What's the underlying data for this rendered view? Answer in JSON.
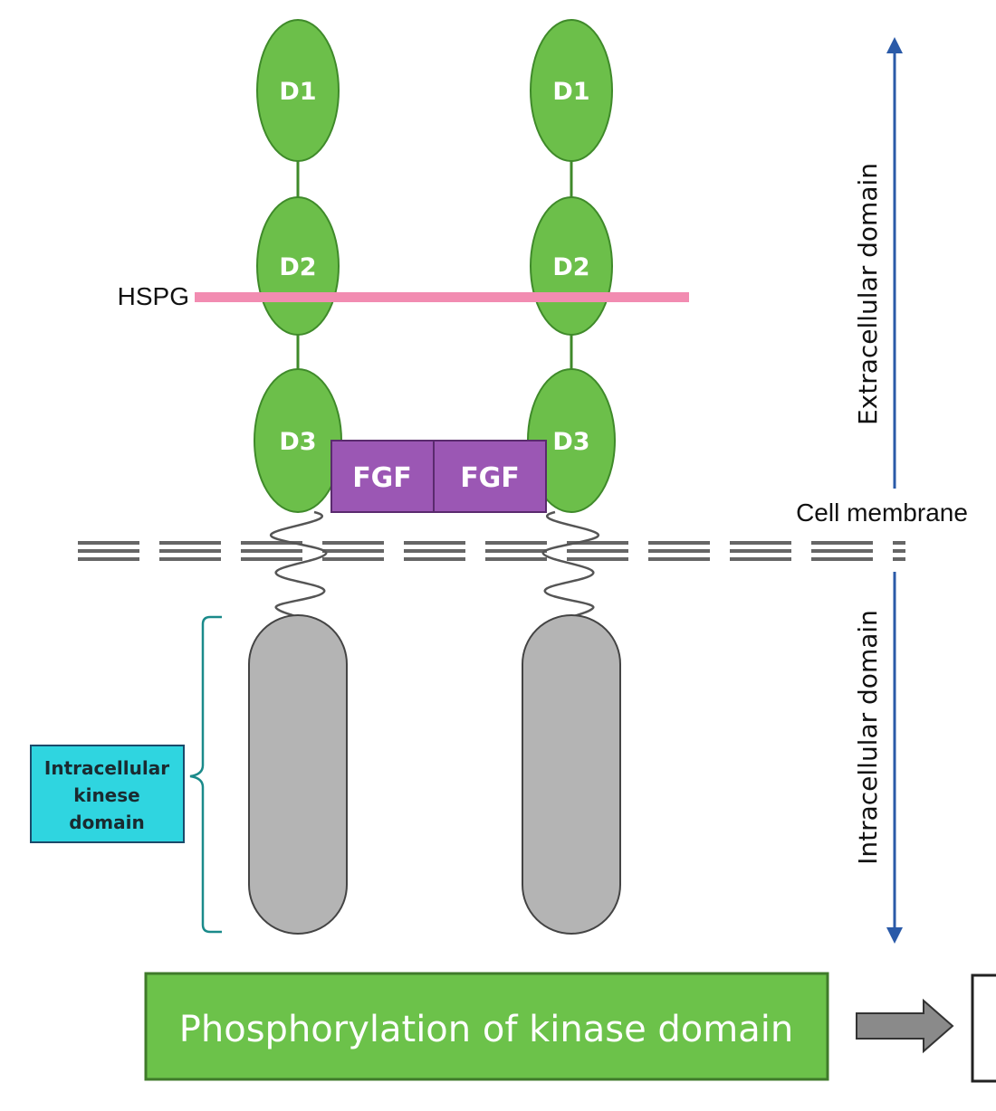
{
  "receptor": {
    "left": {
      "d1": "D1",
      "d2": "D2",
      "d3": "D3"
    },
    "right": {
      "d1": "D1",
      "d2": "D2",
      "d3": "D3"
    }
  },
  "ligands": [
    "FGF",
    "FGF"
  ],
  "hspg_label": "HSPG",
  "membrane_label": "Cell membrane",
  "extracellular_label": "Extracellular domain",
  "intracellular_label": "Intracellular domain",
  "kinase_box_lines": [
    "Intracellular",
    "kinese",
    "domain"
  ],
  "banner_label": "Phosphorylation of kinase domain",
  "colors": {
    "domain_fill": "#6cbf4a",
    "domain_stroke": "#3f8a2a",
    "fgf_fill": "#9b57b4",
    "fgf_stroke": "#5a2a6e",
    "hspg": "#f28cb1",
    "kinase_fill": "#b4b4b4",
    "kinase_stroke": "#444444",
    "axis_arrow": "#2a5aa8",
    "kinase_box_fill": "#2fd5e0",
    "bracket": "#1a8a8a",
    "banner_fill": "#6cc24a",
    "banner_stroke": "#3f7a2a",
    "membrane": "#666666"
  }
}
